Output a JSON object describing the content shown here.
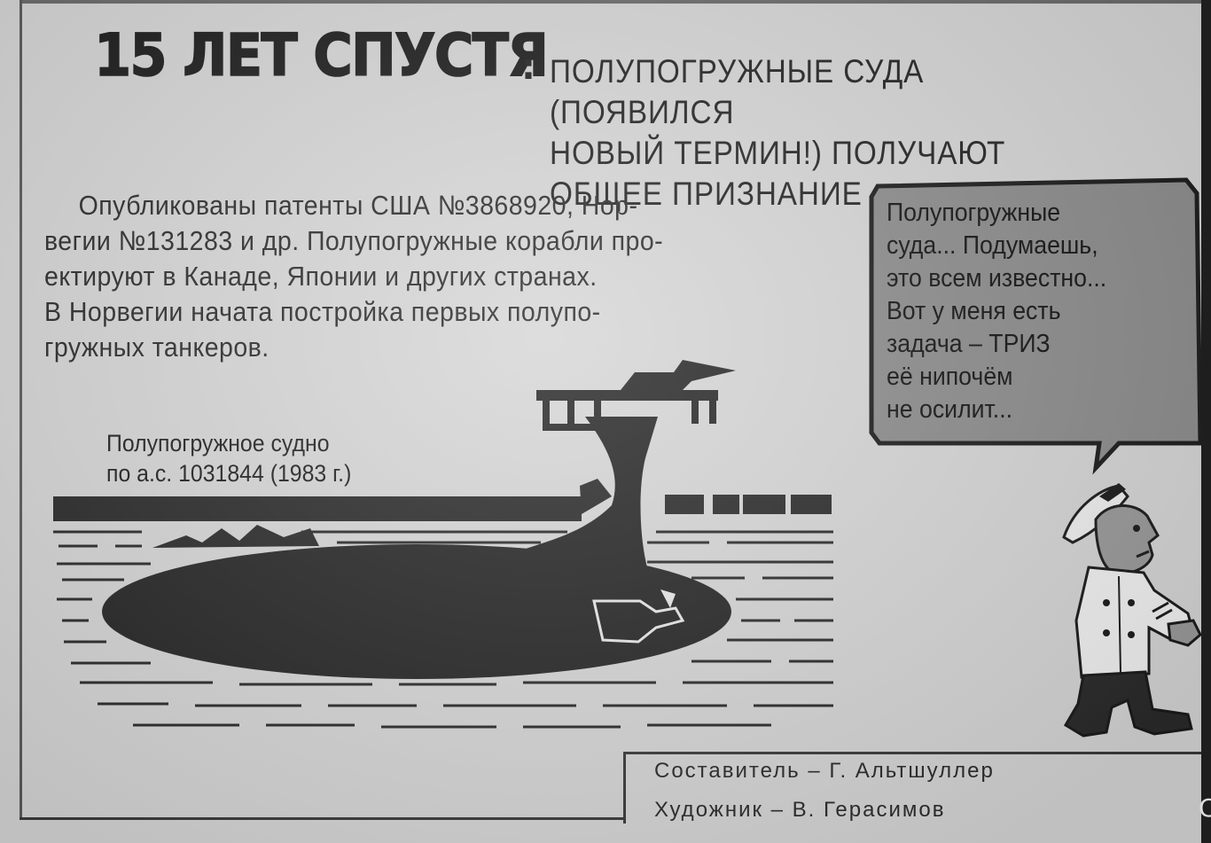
{
  "header": {
    "big_title": "15 ЛЕТ СПУСТЯ",
    "colon": ":",
    "subtitle_lines": [
      "ПОЛУПОГРУЖНЫЕ СУДА (ПОЯВИЛСЯ",
      "НОВЫЙ ТЕРМИН!) ПОЛУЧАЮТ",
      "ОБЩЕЕ ПРИЗНАНИЕ"
    ]
  },
  "body": {
    "lines": [
      "Опубликованы патенты США №3868920, Нор-",
      "вегии №131283 и др. Полупогружные корабли про-",
      "ектируют в Канаде, Японии и других странах.",
      "В Норвегии начата постройка первых полупо-",
      "гружных танкеров."
    ]
  },
  "speech_bubble": {
    "lines": [
      "Полупогружные",
      "суда... Подумаешь,",
      "это всем известно...",
      "Вот у меня есть",
      "задача – ТРИЗ",
      "её нипочём",
      "не осилит..."
    ]
  },
  "illustration": {
    "caption_lines": [
      "Полупогружное судно",
      "по а.с. 1031844 (1983 г.)"
    ],
    "ship_icon": "semi-submersible-ship",
    "character_icon": "sailor-character"
  },
  "credits": {
    "compiler": "Составитель – Г. Альтшуллер",
    "artist": "Художник – В. Герасимов"
  },
  "corner_mark": "С",
  "colors": {
    "paper": "#d6d6d6",
    "ink": "#1c1c1c",
    "bubble_fill": "#8c8c8c"
  }
}
